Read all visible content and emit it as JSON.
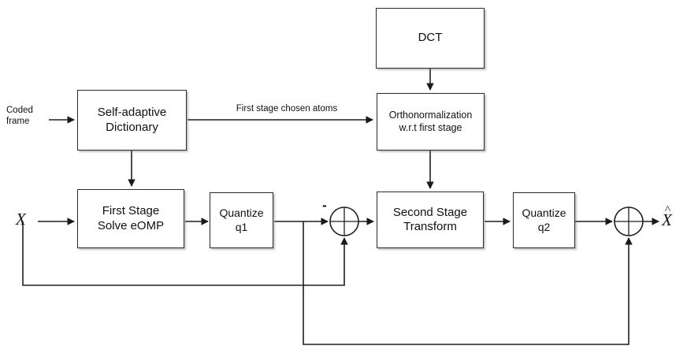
{
  "diagram": {
    "title": "Two-stage self-adaptive dictionary transform coding block diagram",
    "stroke_color": "#1f1f1f",
    "box_fill": "#ffffff",
    "background": "#ffffff"
  },
  "blocks": {
    "dct": "DCT",
    "orthonormalization": "Orthonormalization\nw.r.t first stage",
    "dictionary": "Self-adaptive\nDictionary",
    "first_stage": "First Stage\nSolve eOMP",
    "quantize_q1": "Quantize\nq1",
    "second_stage": "Second Stage\nTransform",
    "quantize_q2": "Quantize\nq2"
  },
  "labels": {
    "coded_frame": "Coded\nframe",
    "first_stage_chosen_atoms": "First stage chosen atoms",
    "input_signal": "X",
    "output_signal": "X",
    "output_signal_hat": "^",
    "minus_sign": "-"
  }
}
